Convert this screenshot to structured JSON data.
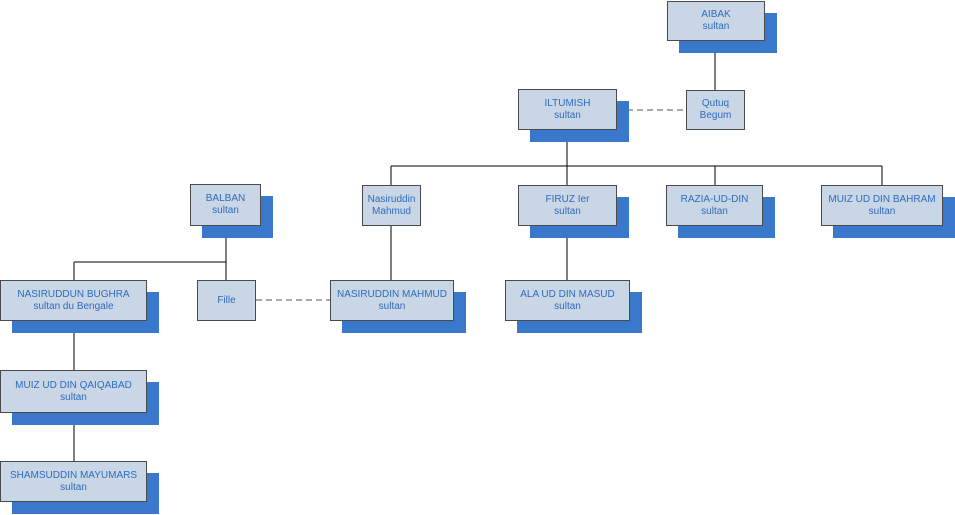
{
  "nodes": {
    "aibak": {
      "line1": "AIBAK",
      "line2": "sultan"
    },
    "qutuq": {
      "line1": "Qutuq",
      "line2": "Begum"
    },
    "iltumish": {
      "line1": "ILTUMISH",
      "line2": "sultan"
    },
    "balban": {
      "line1": "BALBAN",
      "line2": "sultan"
    },
    "nasiruddin_mahmud_1": {
      "line1": "Nasiruddin",
      "line2": "Mahmud"
    },
    "firuz": {
      "line1": "FIRUZ Ier",
      "line2": "sultan"
    },
    "razia": {
      "line1": "RAZIA-UD-DIN",
      "line2": "sultan"
    },
    "muiz_bahram": {
      "line1": "MUIZ UD DIN BAHRAM",
      "line2": "sultan"
    },
    "bughra": {
      "line1": "NASIRUDDUN BUGHRA",
      "line2": "sultan du Bengale"
    },
    "fille": {
      "line1": "Fille",
      "line2": ""
    },
    "nasiruddin_mahmud_2": {
      "line1": "NASIRUDDIN MAHMUD",
      "line2": "sultan"
    },
    "ala_masud": {
      "line1": "ALA UD DIN MASUD",
      "line2": "sultan"
    },
    "qaiqabad": {
      "line1": "MUIZ UD DIN QAIQABAD",
      "line2": "sultan"
    },
    "mayumars": {
      "line1": "SHAMSUDDIN MAYUMARS",
      "line2": "sultan"
    }
  },
  "colors": {
    "box_fill": "#c9d6e6",
    "shadow": "#3a78cc",
    "text": "#2e6bbd",
    "line": "#000000"
  }
}
